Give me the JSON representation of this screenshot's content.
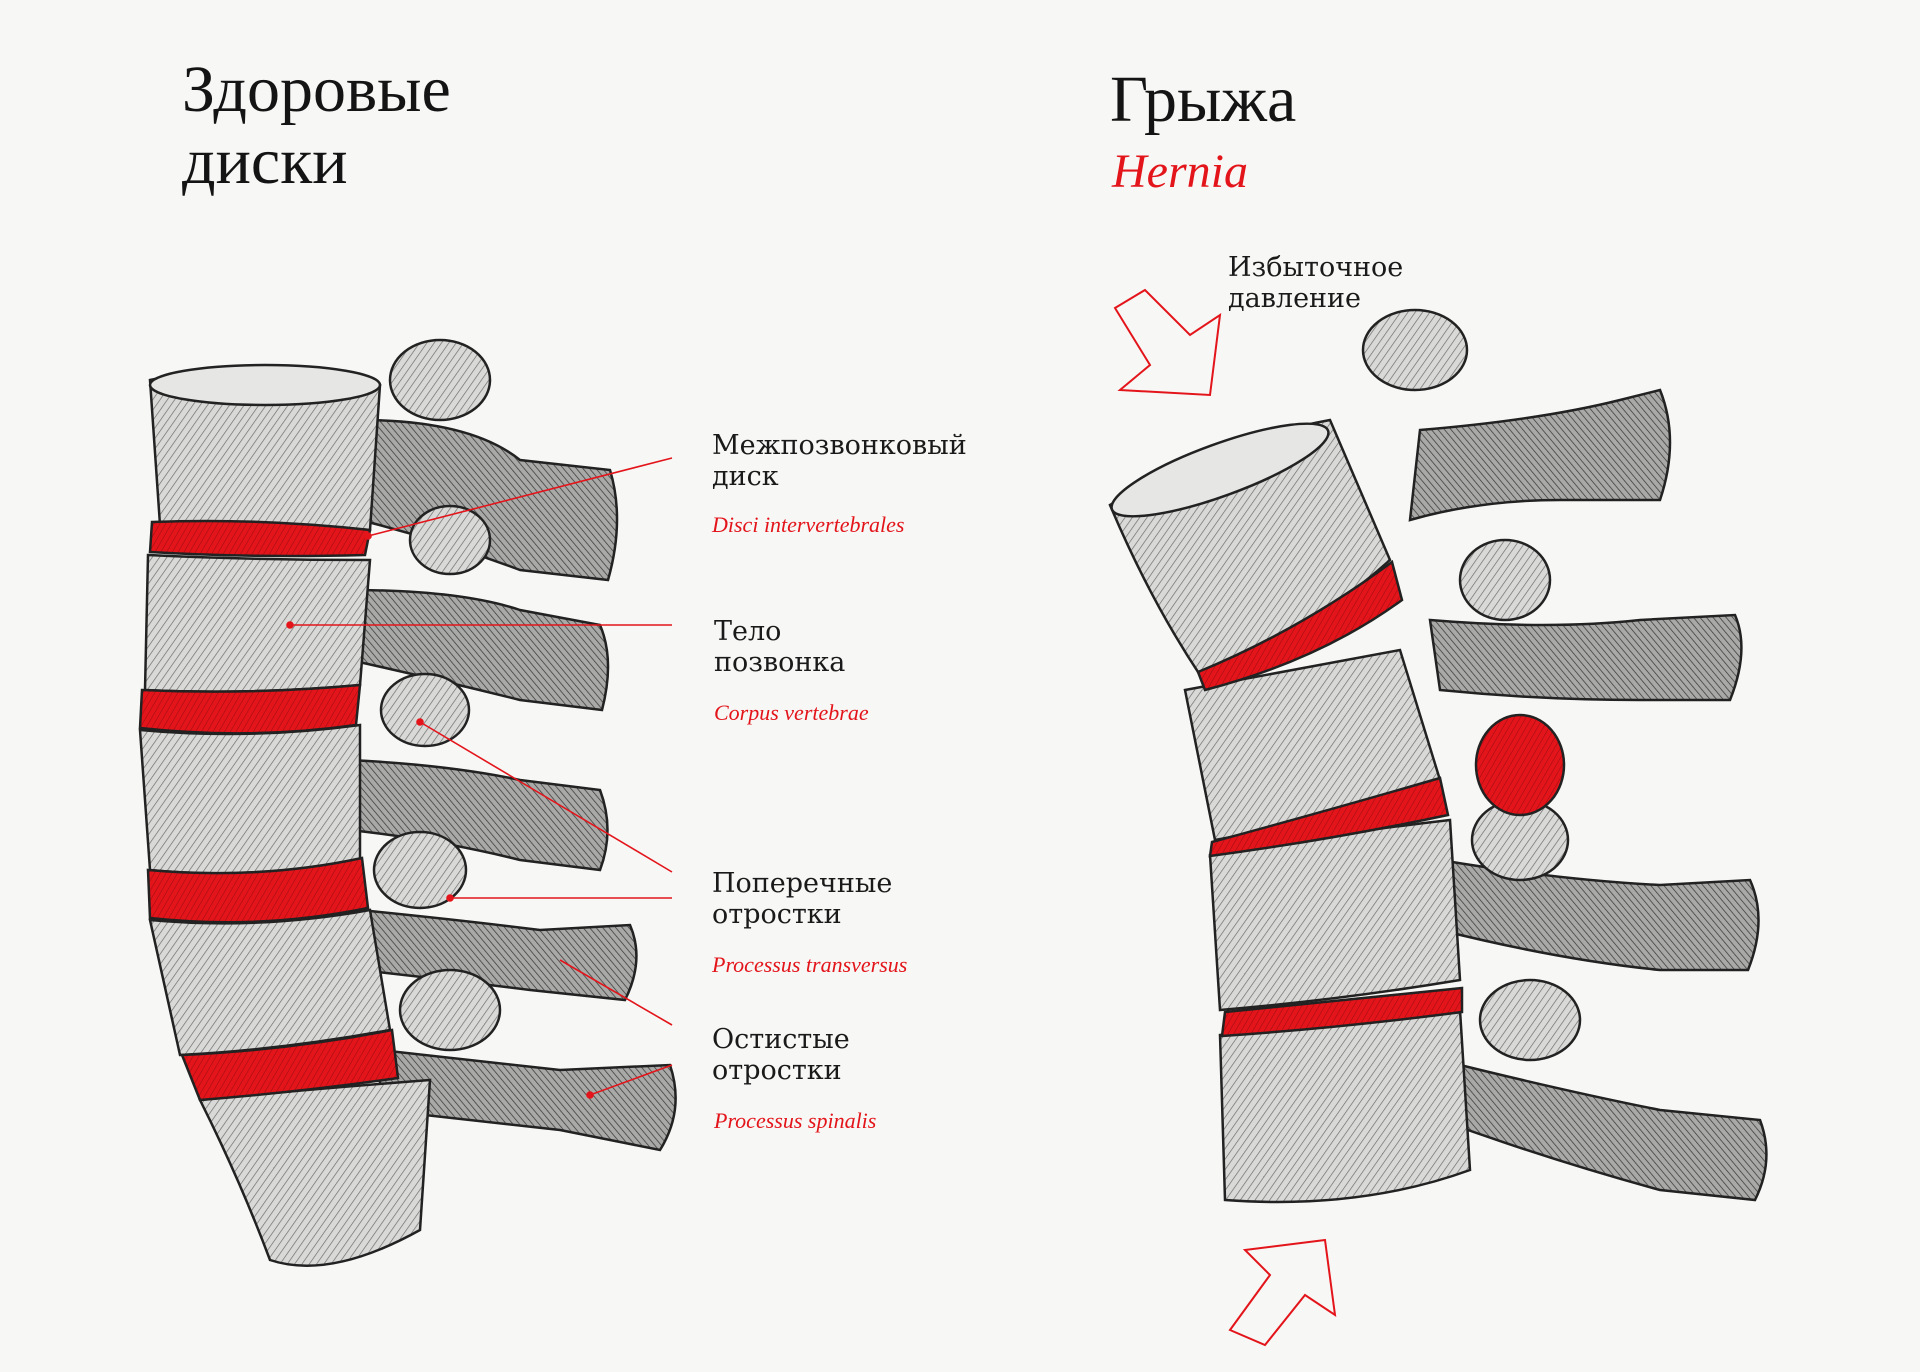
{
  "left_panel": {
    "title": "Здоровые диски"
  },
  "right_panel": {
    "title": "Грыжа",
    "subtitle": "Hernia",
    "pressure_label": "Избыточное давление"
  },
  "labels": [
    {
      "ru": "Межпозвонковый диск",
      "latin": "Disci intervertebrales"
    },
    {
      "ru": "Тело позвонка",
      "latin": "Corpus vertebrae"
    },
    {
      "ru": "Поперечные отростки",
      "latin": "Processus transversus"
    },
    {
      "ru": "Остистые отростки",
      "latin": "Processus spinalis"
    }
  ],
  "colors": {
    "accent": "#e3151b",
    "bone": "#d8d8d6",
    "ink": "#1a1a1a",
    "background": "#f7f7f5"
  }
}
